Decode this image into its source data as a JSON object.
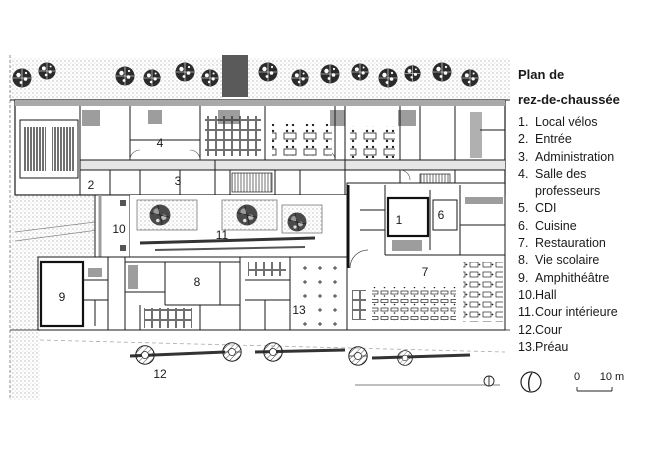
{
  "plan": {
    "room_labels": {
      "r1": "1",
      "r2": "2",
      "r3": "3",
      "r4": "4",
      "r6": "6",
      "r7": "7",
      "r8": "8",
      "r9": "9",
      "r10": "10",
      "r11": "11",
      "r12": "12",
      "r13": "13"
    }
  },
  "legend": {
    "title_line1": "Plan de",
    "title_line2": "rez-de-chaussée",
    "items": [
      {
        "num": "1.",
        "label": "Local vélos"
      },
      {
        "num": "2.",
        "label": "Entrée"
      },
      {
        "num": "3.",
        "label": "Administration"
      },
      {
        "num": "4.",
        "label": "Salle des",
        "label_cont": "professeurs"
      },
      {
        "num": "5.",
        "label": "CDI"
      },
      {
        "num": "6.",
        "label": "Cuisine"
      },
      {
        "num": "7.",
        "label": "Restauration"
      },
      {
        "num": "8.",
        "label": "Vie scolaire"
      },
      {
        "num": "9.",
        "label": "Amphithéâtre"
      },
      {
        "num": "10.",
        "label": "Hall"
      },
      {
        "num": "11.",
        "label": "Cour intérieure"
      },
      {
        "num": "12.",
        "label": "Cour"
      },
      {
        "num": "13.",
        "label": "Préau"
      }
    ]
  },
  "scale": {
    "start": "0",
    "end": "10 m"
  },
  "icons": {
    "north": "north-arrow-icon",
    "tree": "tree-icon"
  },
  "colors": {
    "line": "#1a1a1a",
    "wall_gray": "#9d9d9d",
    "ground_dots": "#777777"
  }
}
